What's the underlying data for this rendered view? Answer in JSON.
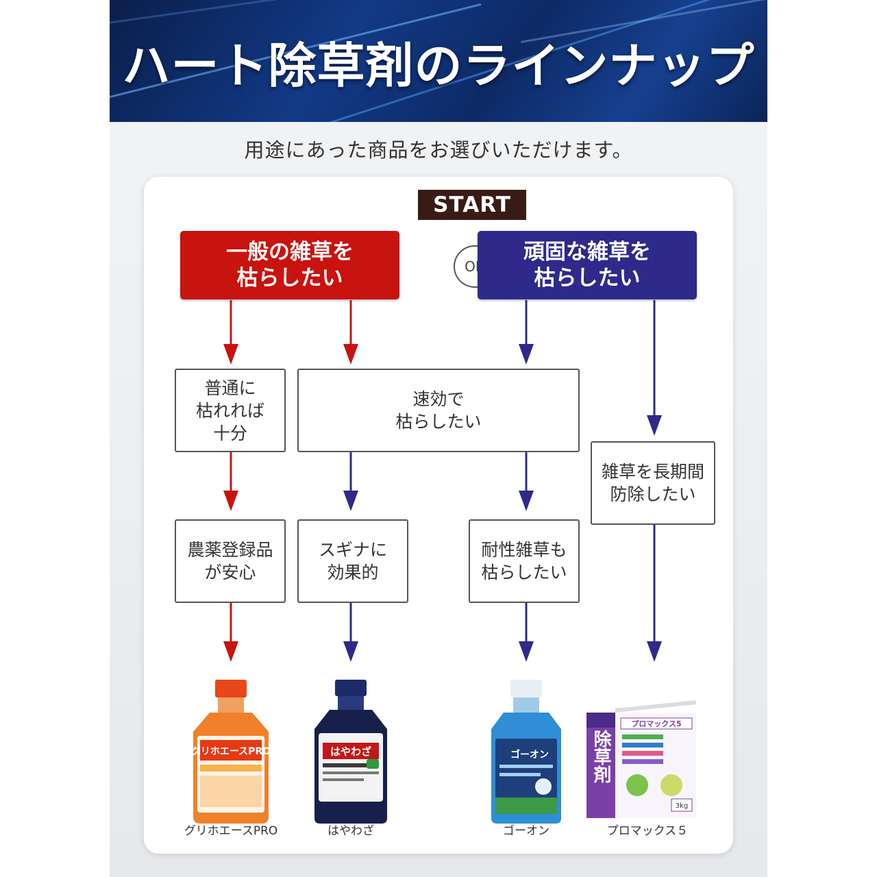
{
  "banner": {
    "title": "ハート除草剤のラインナップ"
  },
  "subtitle": "用途にあった商品をお選びいただけます。",
  "flow": {
    "start": "START",
    "or": "OR",
    "left_header": "一般の雑草を\n枯らしたい",
    "right_header": "頑固な雑草を\n枯らしたい",
    "nodes": {
      "normal": "普通に\n枯れれば\n十分",
      "fast": "速効で\n枯らしたい",
      "long": "雑草を長期間\n防除したい",
      "agri": "農薬登録品\nが安心",
      "sugina": "スギナに\n効果的",
      "tough": "耐性雑草も\n枯らしたい"
    }
  },
  "products": [
    {
      "name": "グリホエースPRO",
      "bottle_text": "グリホエースPRO"
    },
    {
      "name": "はやわざ",
      "bottle_text": "はやわざ"
    },
    {
      "name": "ゴーオン",
      "bottle_text": "ゴーオン"
    },
    {
      "name": "プロマックス５",
      "box_text_main": "除草剤",
      "box_text_brand": "プロマックス5",
      "box_size": "3kg"
    }
  ],
  "colors": {
    "red": "#c8130f",
    "blue": "#2d2a8c",
    "start": "#3a1a16"
  }
}
